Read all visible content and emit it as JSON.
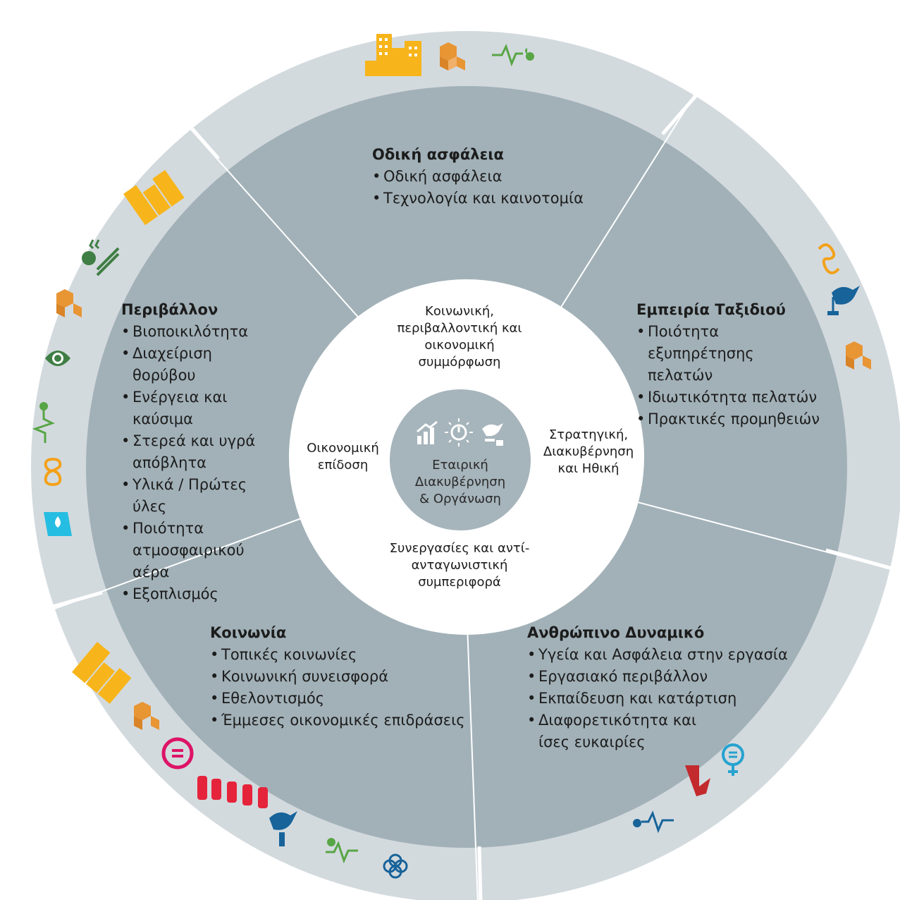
{
  "segments": {
    "road_safety": {
      "title": "Οδική ασφάλεια",
      "items": [
        "Οδική ασφάλεια",
        "Τεχνολογία και καινοτομία"
      ]
    },
    "travel_experience": {
      "title": "Εμπειρία Ταξιδιού",
      "items": [
        "Ποιότητα εξυπηρέτησης πελατών",
        "Ιδιωτικότητα πελατών",
        "Πρακτικές προμηθειών"
      ]
    },
    "human_resources": {
      "title": "Ανθρώπινο Δυναμικό",
      "items": [
        "Υγεία και Ασφάλεια στην εργασία",
        "Εργασιακό περιβάλλον",
        "Εκπαίδευση και κατάρτιση",
        "Διαφορετικότητα και ίσες ευκαιρίες"
      ]
    },
    "society": {
      "title": "Κοινωνία",
      "items": [
        "Τοπικές κοινωνίες",
        "Κοινωνική συνεισφορά",
        "Εθελοντισμός",
        "Έμμεσες οικονομικές επιδράσεις"
      ]
    },
    "environment": {
      "title": "Περιβάλλον",
      "items": [
        "Βιοποικιλότητα",
        "Διαχείριση θορύβου",
        "Ενέργεια και καύσιμα",
        "Στερεά και υγρά απόβλητα",
        "Υλικά / Πρώτες ύλες",
        "Ποιότητα ατμοσφαιρικού αέρα",
        "Εξοπλισμός"
      ]
    }
  },
  "inner_ring": {
    "top": "Κοινωνική, περιβαλλοντική και οικονομική συμμόρφωση",
    "right": "Στρατηγική, Διακυβέρνηση και Ηθική",
    "bottom": "Συνεργασίες και αντί-ανταγωνιστική συμπεριφορά",
    "left": "Οικονομική επίδοση"
  },
  "hub": {
    "label": "Εταιρική Διακυβέρνηση & Οργάνωση",
    "icons": [
      "growth-chart-icon",
      "energy-sun-icon",
      "peace-dove-icon"
    ]
  },
  "sdg_icons": {
    "top": [
      "sustainable-cities-icon",
      "consumption-cubes-icon",
      "health-heartbeat-icon"
    ],
    "right": [
      "infinity-partnership-icon",
      "peace-justice-icon",
      "consumption-cubes-icon"
    ],
    "bottom_right": [
      "health-heartbeat-icon",
      "decent-work-icon",
      "gender-equality-icon"
    ],
    "bottom_left": [
      "sustainable-cities-icon",
      "consumption-cubes-icon",
      "reduced-inequalities-icon",
      "no-poverty-icon",
      "peace-justice-icon",
      "health-heartbeat-icon",
      "partnership-flower-icon"
    ],
    "left": [
      "sustainable-cities-icon",
      "climate-action-icon",
      "consumption-cubes-icon",
      "life-on-land-icon",
      "health-heartbeat-icon",
      "infinity-partnership-icon",
      "clean-water-icon"
    ]
  },
  "colors": {
    "outer_ring": "#d3dade",
    "segment": "#a2b1b8",
    "hub": "#a6b4bb",
    "divider": "#ffffff",
    "orange": "#f39a1f",
    "yellow": "#f7b51b",
    "green": "#58a545",
    "blue": "#17639a",
    "red": "#e0402a",
    "teal": "#26a3cf"
  }
}
